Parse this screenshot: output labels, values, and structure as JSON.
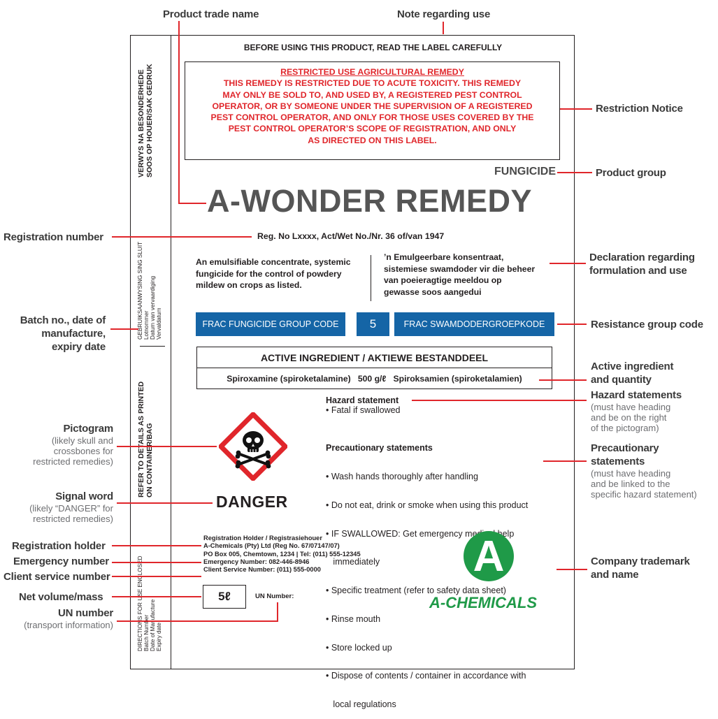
{
  "callouts": {
    "product_trade_name": "Product trade name",
    "note_regarding_use": "Note regarding use",
    "restriction_notice": "Restriction Notice",
    "product_group": "Product group",
    "registration_number": "Registration number",
    "declaration": [
      "Declaration regarding",
      "formulation and use"
    ],
    "batch": [
      "Batch no., date of",
      "manufacture,",
      "expiry date"
    ],
    "resistance_group_code": "Resistance group code",
    "active_ingredient": [
      "Active ingredient",
      "and quantity"
    ],
    "hazard_statements": {
      "title": "Hazard statements",
      "sub": [
        "(must have heading",
        "and be on the right",
        "of the pictogram)"
      ]
    },
    "pictogram": {
      "title": "Pictogram",
      "sub": [
        "(likely skull and",
        "crossbones for",
        "restricted remedies)"
      ]
    },
    "precautionary_statements": {
      "title": [
        "Precautionary",
        "statements"
      ],
      "sub": [
        "(must have heading",
        "and be linked to the",
        "specific hazard statement)"
      ]
    },
    "signal_word": {
      "title": "Signal word",
      "sub": [
        "(likely “DANGER” for",
        "restricted remedies)"
      ]
    },
    "registration_holder": "Registration holder",
    "emergency_number": "Emergency number",
    "client_service_number": "Client service number",
    "net_volume": "Net volume/mass",
    "un_number": {
      "title": "UN number",
      "sub": "(transport information)"
    },
    "company_trademark": [
      "Company trademark",
      "and name"
    ]
  },
  "label": {
    "top_note": "BEFORE USING THIS PRODUCT, READ THE LABEL CAREFULLY",
    "restriction": [
      "RESTRICTED USE AGRICULTURAL REMEDY",
      "THIS REMEDY IS RESTRICTED DUE TO ACUTE TOXICITY. THIS REMEDY",
      "MAY ONLY BE SOLD TO, AND USED BY, A REGISTERED PEST CONTROL",
      "OPERATOR, OR BY SOMEONE UNDER THE SUPERVISION OF A REGISTERED",
      "PEST CONTROL OPERATOR, AND ONLY FOR THOSE USES COVERED BY THE",
      "PEST CONTROL OPERATOR’S SCOPE OF REGISTRATION, AND ONLY",
      "AS DIRECTED ON THIS LABEL."
    ],
    "product_group": "FUNGICIDE",
    "trade_name": "A-WONDER REMEDY",
    "reg_no": "Reg. No Lxxxx, Act/Wet No./Nr. 36 of/van 1947",
    "decl_en": [
      "An emulsifiable concentrate, systemic",
      "fungicide for the control of powdery",
      "mildew on crops as listed."
    ],
    "decl_af": [
      "’n Emulgeerbare konsentraat,",
      "sistemiese swamdoder vir die beheer",
      "van poeieragtige meeldou op",
      "gewasse soos aangedui"
    ],
    "frac_en": "FRAC FUNGICIDE GROUP CODE",
    "frac_num": "5",
    "frac_af": "FRAC SWAMDODERGROEPKODE",
    "ai_header": "ACTIVE INGREDIENT / AKTIEWE BESTANDDEEL",
    "ai_row": "Spiroxamine (spiroketalamine)   500 g/ℓ   Spiroksamien (spiroketalamien)",
    "hazard_title": "Hazard statement",
    "hazard_items": [
      "• Fatal if swallowed"
    ],
    "precaution_title": "Precautionary statements",
    "precaution_items": [
      "• Wash hands thoroughly after handling",
      "• Do not eat, drink or smoke when using this product",
      "• IF SWALLOWED: Get emergency medical help",
      "   immediately",
      "• Specific treatment (refer to safety data sheet)",
      "• Rinse mouth",
      "• Store locked up",
      "• Dispose of contents / container in accordance with",
      "   local regulations"
    ],
    "signal_word": "DANGER",
    "holder": [
      "Registration Holder / Registrasiehouer",
      "A-Chemicals (Pty) Ltd (Reg No.  67/07147/07)",
      "PO Box 005, Chemtown, 1234 | Tel: (011) 555-12345",
      "Emergency Number: 082-446-8946",
      "Client Service Number: (011) 555-0000"
    ],
    "net_volume": "5ℓ",
    "un_number": "UN Number:",
    "company_name": "A-CHEMICALS",
    "company_letter": "A",
    "strip_top": [
      "VERWYS NA BESONDERHEDE",
      "SOOS OP HOUER/SAK GEDRUK"
    ],
    "strip_mid": [
      "GEBRUIKSAANWYSING SING SLUIT",
      "Lotnommer",
      "Datum van vervaardiging",
      "Vervaldatum"
    ],
    "strip_refer": [
      "REFER TO DETAILS AS PRINTED",
      "ON CONTAINER/BAG"
    ],
    "strip_bottom": [
      "DIRECTIONS FOR USE ENCLOSED",
      "Batch Number",
      "Date of Manufacture",
      "Expiry date"
    ]
  },
  "colors": {
    "red": "#e0262b",
    "blue": "#1565a6",
    "green": "#1f9a48"
  },
  "icons": [
    "skull-crossbones-icon"
  ]
}
